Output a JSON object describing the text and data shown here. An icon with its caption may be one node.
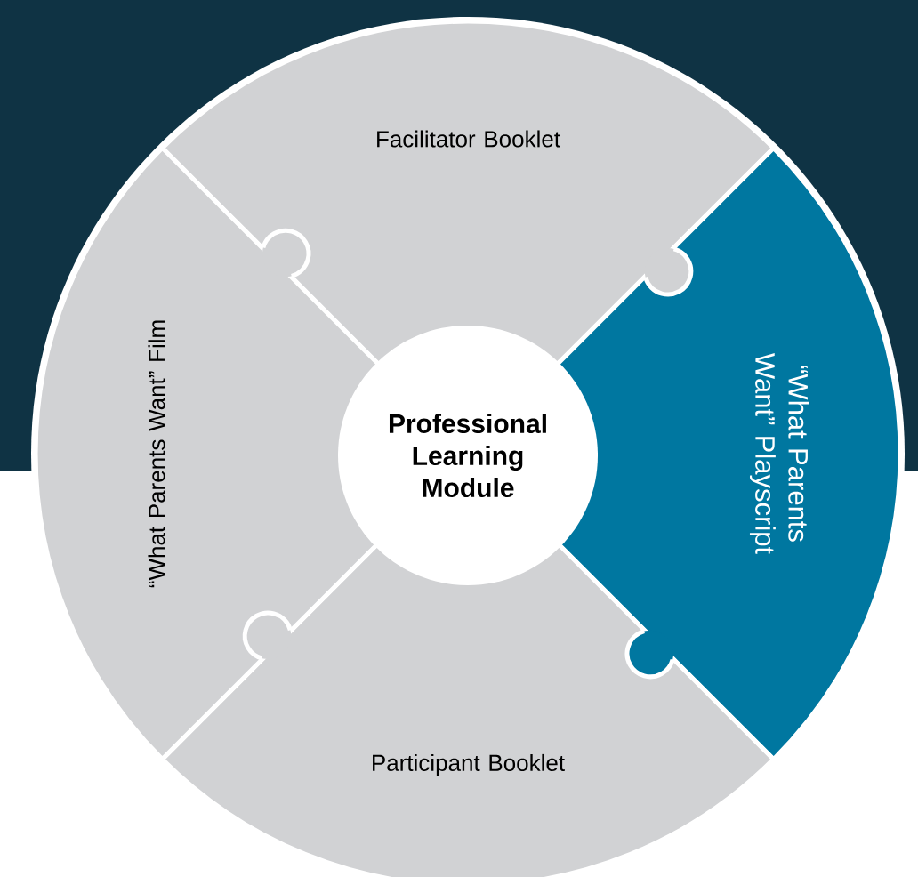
{
  "diagram": {
    "nodes": [
      {
        "text": [
          "Professional Learning Module"
        ]
      },
      {
        "text": [
          "Facilitator Booklet"
        ]
      },
      {
        "text": [
          "“What Parents Want” Playscript"
        ]
      },
      {
        "text": [
          "Participant Booklet"
        ]
      },
      {
        "text": [
          "“What Parents Want” Film"
        ]
      }
    ]
  }
}
